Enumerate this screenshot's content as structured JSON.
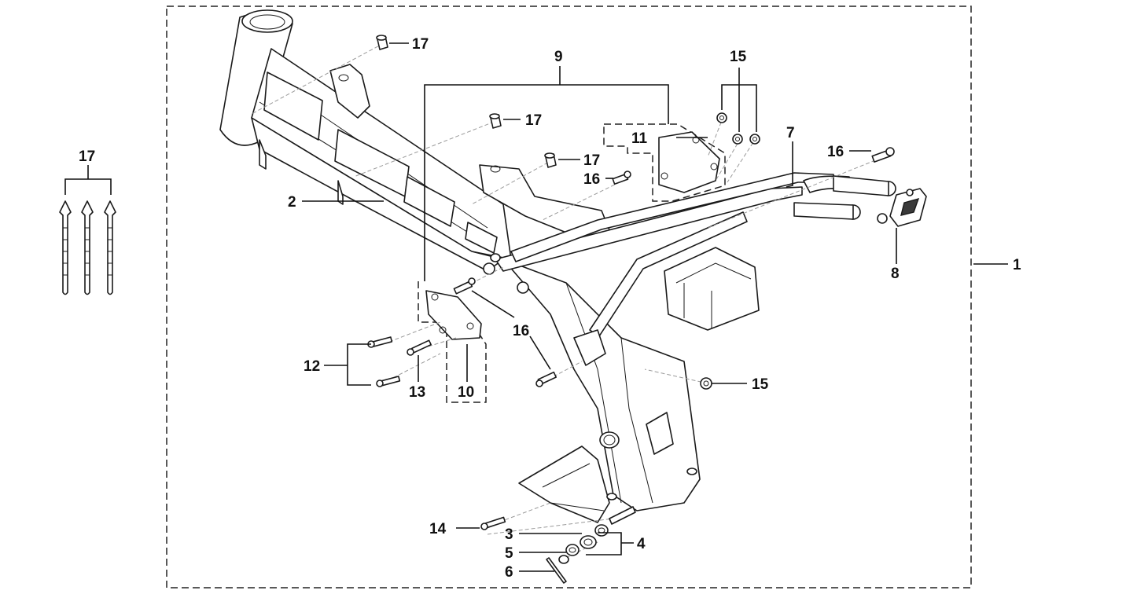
{
  "diagram": {
    "callouts": {
      "c1": "1",
      "c2": "2",
      "c3": "3",
      "c4": "4",
      "c5": "5",
      "c6": "6",
      "c7": "7",
      "c8": "8",
      "c9": "9",
      "c10": "10",
      "c11": "11",
      "c12": "12",
      "c13": "13",
      "c14": "14",
      "c15a": "15",
      "c15b": "15",
      "c16a": "16",
      "c16b": "16",
      "c16c": "16",
      "c17a": "17",
      "c17b": "17",
      "c17c": "17",
      "c17d": "17"
    },
    "colors": {
      "line": "#1a1a1a",
      "background": "#ffffff",
      "dashed_box": "#222222"
    }
  }
}
